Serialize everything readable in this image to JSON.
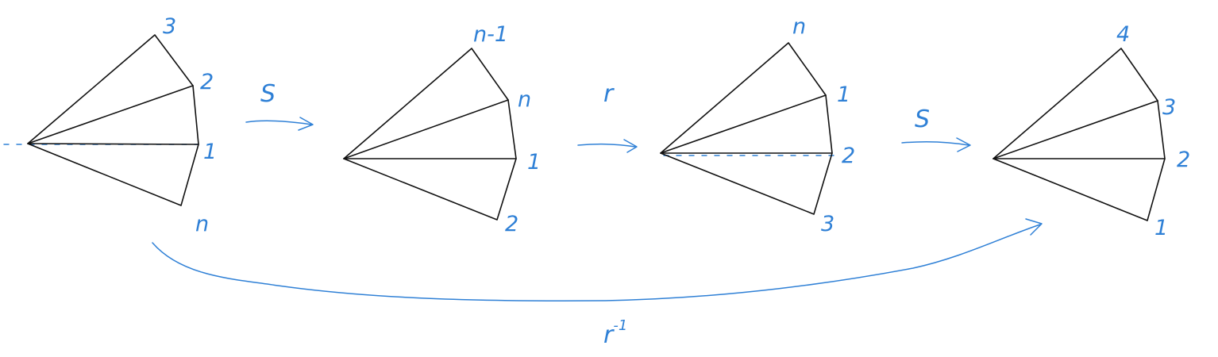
{
  "fans": [
    {
      "labels": [
        "3",
        "2",
        "1",
        "n"
      ],
      "dashed_base": true
    },
    {
      "labels": [
        "n-1",
        "n",
        "1",
        "2"
      ],
      "dashed_base": false
    },
    {
      "labels": [
        "n",
        "1",
        "2",
        "3"
      ],
      "dashed_base": true
    },
    {
      "labels": [
        "4",
        "3",
        "2",
        "1"
      ],
      "dashed_base": false
    }
  ],
  "arrows": [
    {
      "label": "S"
    },
    {
      "label": "r"
    },
    {
      "label": "S"
    }
  ],
  "bottom_arrow": {
    "base": "r",
    "exponent": "-1"
  },
  "colors": {
    "ink": "#2f80d6",
    "edges": "#111111"
  }
}
